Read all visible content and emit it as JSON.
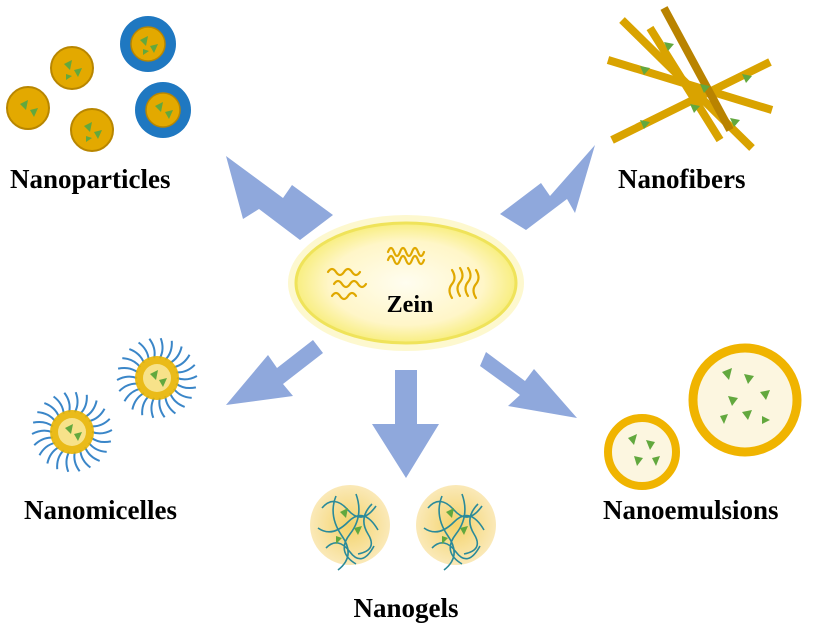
{
  "center": {
    "label": "Zein"
  },
  "nodes": {
    "nanoparticles": {
      "label": "Nanoparticles"
    },
    "nanofibers": {
      "label": "Nanofibers"
    },
    "nanomicelles": {
      "label": "Nanomicelles"
    },
    "nanogels": {
      "label": "Nanogels"
    },
    "nanoemulsions": {
      "label": "Nanoemulsions"
    }
  },
  "colors": {
    "arrow": "#8fa8dc",
    "zein_fill": "#fff8d6",
    "zein_glow": "#f7f07a",
    "zein_strand": "#e0a800",
    "gold": "#e3a900",
    "gold_dark": "#b88600",
    "blue_shell": "#1f78c1",
    "cargo_green": "#62a83e",
    "emulsion_fill": "#fcf6e0",
    "micelle_tail": "#3a86c8",
    "gel_fill": "#f6df9a",
    "gel_mesh": "#2a8a9a"
  }
}
